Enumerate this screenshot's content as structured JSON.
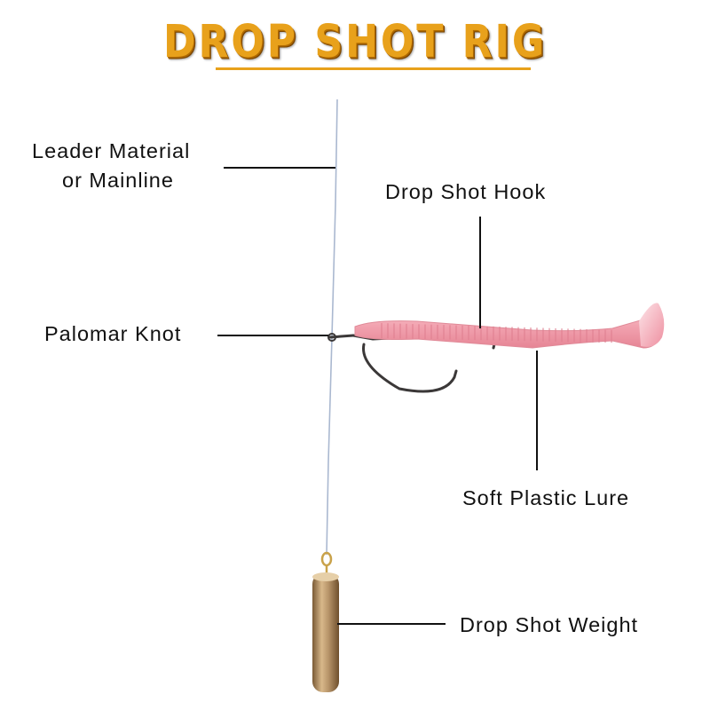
{
  "title": "DROP SHOT RIG",
  "labels": {
    "leader_line1": "Leader Material",
    "leader_line2": "or Mainline",
    "hook": "Drop Shot Hook",
    "knot": "Palomar Knot",
    "lure": "Soft Plastic Lure",
    "weight": "Drop Shot Weight"
  },
  "colors": {
    "title": "#e8a11b",
    "lure": "#f4a7b2",
    "weight": "#b8956a",
    "line": "#aab8d0"
  }
}
